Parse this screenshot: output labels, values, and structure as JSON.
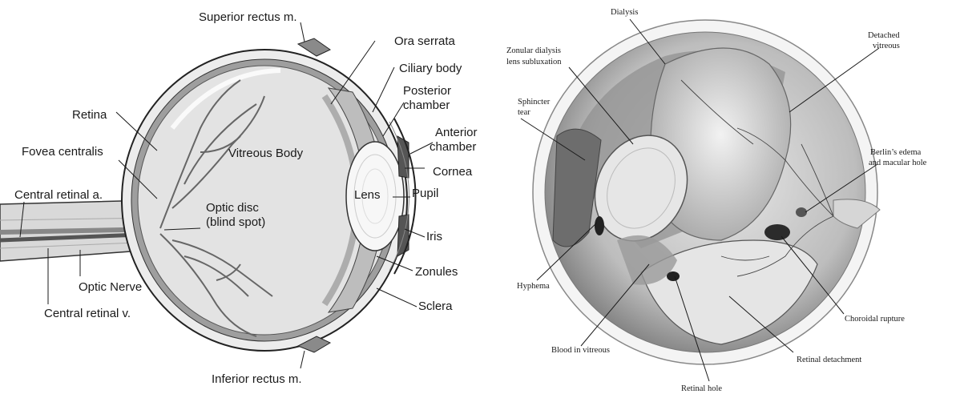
{
  "left_diagram": {
    "labels": {
      "superior_rectus": "Superior rectus m.",
      "ora_serrata": "Ora serrata",
      "ciliary_body": "Ciliary body",
      "posterior_chamber_1": "Posterior",
      "posterior_chamber_2": "chamber",
      "retina": "Retina",
      "anterior_chamber_1": "Anterior",
      "anterior_chamber_2": "chamber",
      "vitreous_body": "Vitreous Body",
      "fovea_centralis": "Fovea centralis",
      "cornea": "Cornea",
      "lens": "Lens",
      "pupil": "Pupil",
      "central_retinal_a": "Central retinal a.",
      "optic_disc_1": "Optic disc",
      "optic_disc_2": "(blind spot)",
      "iris": "Iris",
      "zonules": "Zonules",
      "optic_nerve": "Optic Nerve",
      "sclera": "Sclera",
      "central_retinal_v": "Central retinal v.",
      "inferior_rectus": "Inferior rectus m."
    }
  },
  "right_diagram": {
    "labels": {
      "dialysis": "Dialysis",
      "zonular_1": "Zonular dialysis",
      "zonular_2": "lens subluxation",
      "detached_vitreous_1": "Detached",
      "detached_vitreous_2": "vitreous",
      "sphincter_1": "Sphincter",
      "sphincter_2": "tear",
      "berlins_1": "Berlin’s edema",
      "berlins_2": "and macular hole",
      "hyphema": "Hyphema",
      "choroidal_rupture": "Choroidal rupture",
      "blood_in_vitreous": "Blood in vitreous",
      "retinal_detachment": "Retinal detachment",
      "retinal_hole": "Retinal hole"
    }
  }
}
